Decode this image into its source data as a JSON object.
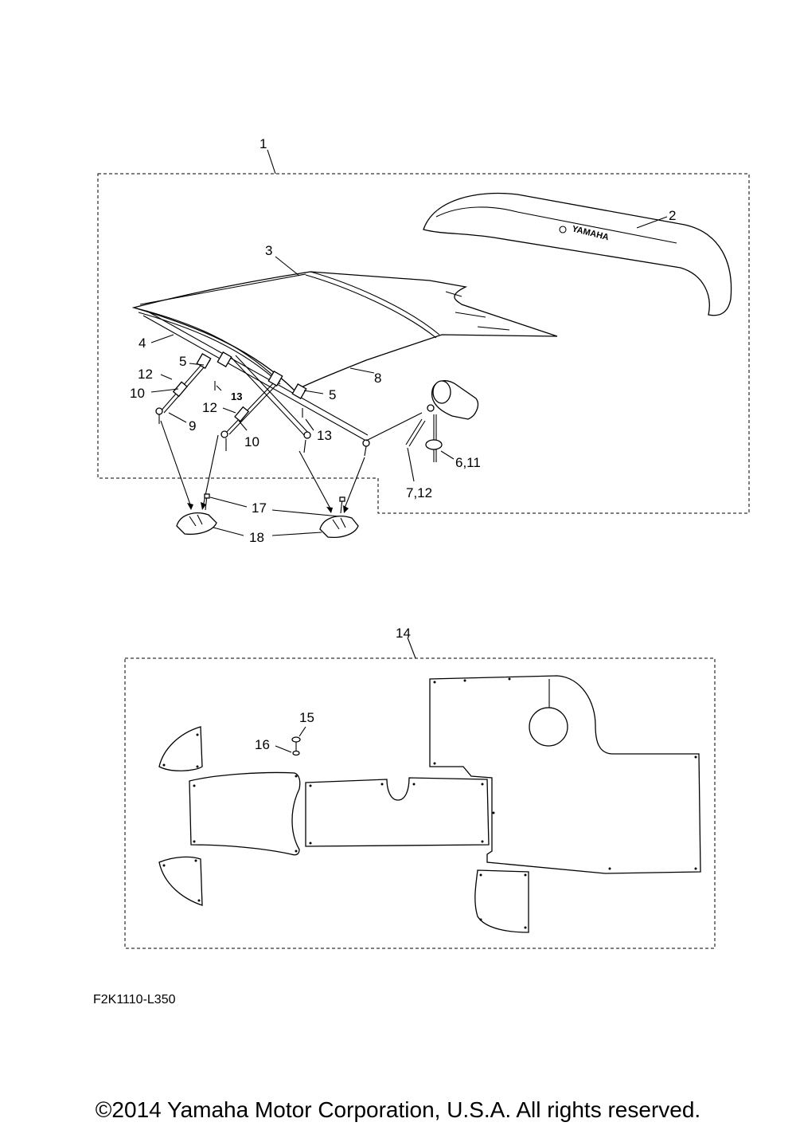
{
  "top_assembly": {
    "callouts": {
      "c1": "1",
      "c2": "2",
      "c3": "3",
      "c4": "4",
      "c5a": "5",
      "c5b": "5",
      "c6_11": "6,11",
      "c7_12": "7,12",
      "c8": "8",
      "c9": "9",
      "c10a": "10",
      "c10b": "10",
      "c12a": "12",
      "c12b": "12",
      "c13a": "13",
      "c13b": "13",
      "c17": "17",
      "c18": "18"
    },
    "brand_mark": "YAMAHA"
  },
  "bottom_assembly": {
    "callouts": {
      "c14": "14",
      "c15": "15",
      "c16": "16"
    }
  },
  "footer": {
    "diagram_code": "F2K1110-L350",
    "copyright": "©2014 Yamaha Motor Corporation, U.S.A. All rights reserved."
  }
}
